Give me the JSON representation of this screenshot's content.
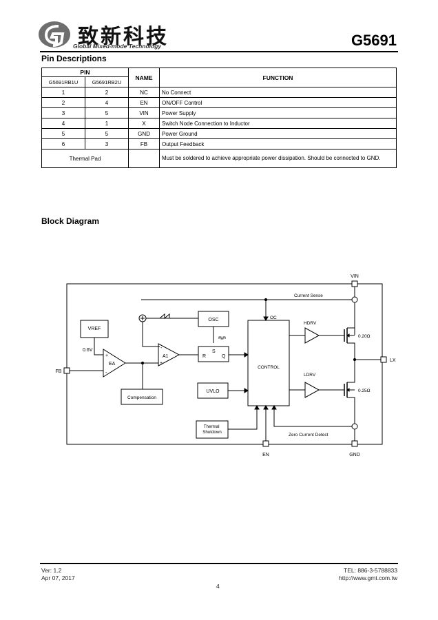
{
  "header": {
    "logo_cn": "致新科技",
    "logo_en": "Global Mixed-mode Technology",
    "part_number": "G5691"
  },
  "pin_section": {
    "title": "Pin Descriptions",
    "col_pin": "PIN",
    "col_pkg1": "G5691RB1U",
    "col_pkg2": "G5691RB2U",
    "col_name": "NAME",
    "col_function": "FUNCTION",
    "rows": [
      {
        "p1": "1",
        "p2": "2",
        "name": "NC",
        "func": "No Connect"
      },
      {
        "p1": "2",
        "p2": "4",
        "name": "EN",
        "func": "ON/OFF Control"
      },
      {
        "p1": "3",
        "p2": "5",
        "name": "VIN",
        "func": "Power Supply"
      },
      {
        "p1": "4",
        "p2": "1",
        "name": "X",
        "func": "Switch Node Connection to Inductor"
      },
      {
        "p1": "5",
        "p2": "5",
        "name": "GND",
        "func": "Power Ground"
      },
      {
        "p1": "6",
        "p2": "3",
        "name": "FB",
        "func": "Output Feedback"
      }
    ],
    "thermal_label": "Thermal Pad",
    "thermal_func": "Must be soldered to achieve appropriate power dissipation. Should be connected to GND."
  },
  "block_section": {
    "title": "Block Diagram",
    "labels": {
      "vin": "VIN",
      "current_sense": "Current Sense",
      "hdrv": "HDRV",
      "oc": "OC",
      "osc": "OSC",
      "vref": "VREF",
      "v06": "0.6V",
      "ea": "EA",
      "a1": "A1",
      "r": "R",
      "s": "S",
      "q": "Q",
      "fb": "FB",
      "control": "CONTROL",
      "compensation": "Compensation",
      "uvlo": "UVLO",
      "ldrv": "LDRV",
      "lx": "LX",
      "r_high": "0.20Ω",
      "r_low": "0.25Ω",
      "thermal": "Thermal Shutdown",
      "zero_current": "Zero Current Detect",
      "en": "EN",
      "gnd": "GND",
      "plus": "+",
      "minus": "-"
    }
  },
  "footer": {
    "ver": "Ver: 1.2",
    "date": "Apr 07, 2017",
    "page": "4",
    "tel": "TEL: 886-3-5788833",
    "web": "http://www.gmt.com.tw"
  },
  "colors": {
    "ink": "#000000",
    "logo_gray": "#777777"
  }
}
